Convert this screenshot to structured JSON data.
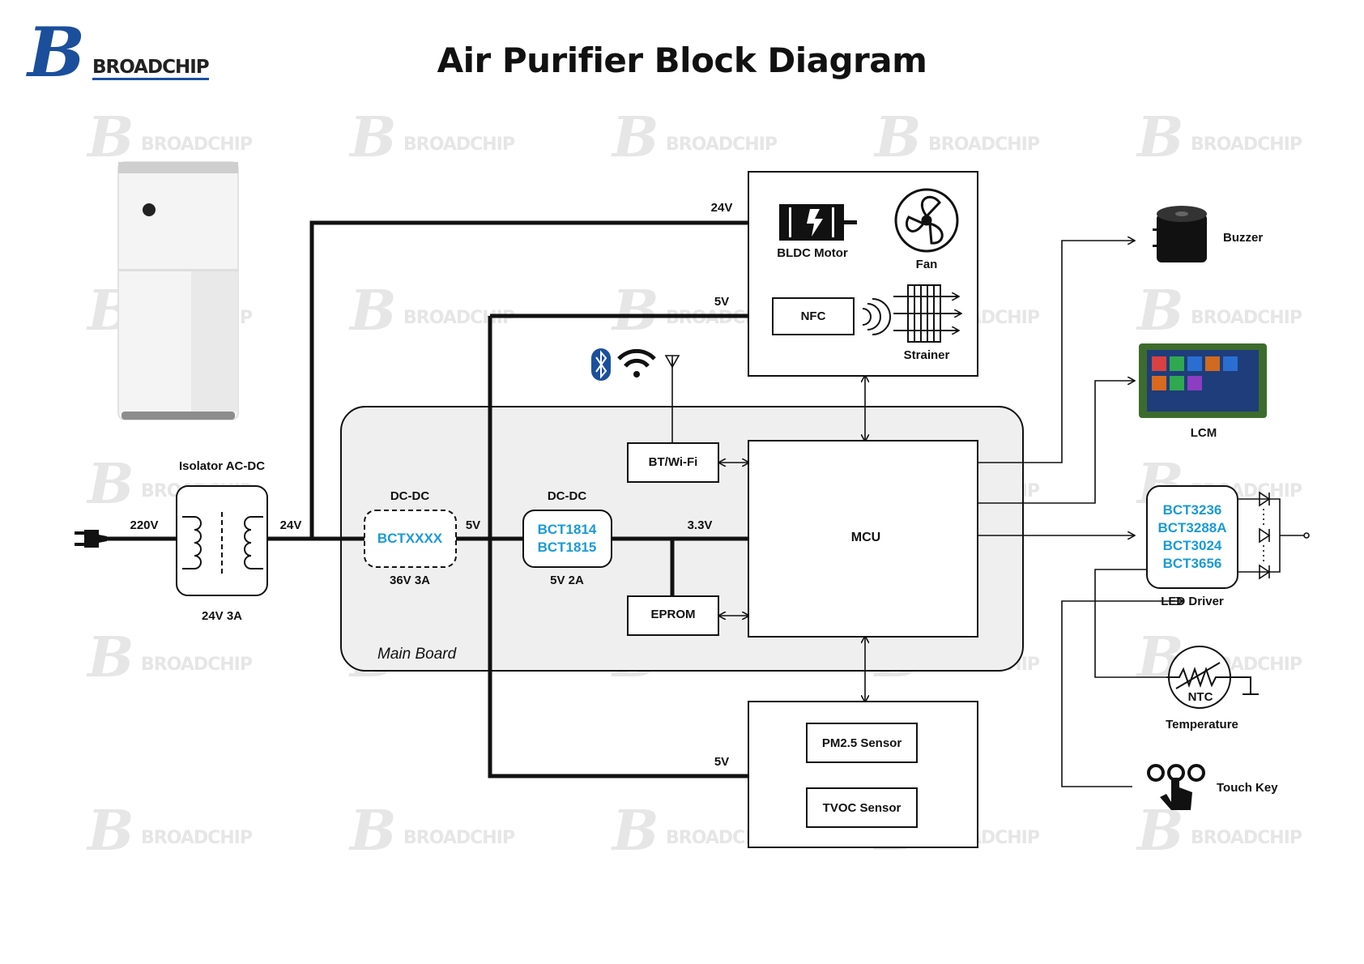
{
  "title": "Air Purifier Block Diagram",
  "brand": {
    "logo_text": "BROADCHIP",
    "logo_letter": "B",
    "watermark_text": "BROADCHIP",
    "accent": "#1b4f9c",
    "part_color": "#1a9ad6"
  },
  "power": {
    "ac_input": "220V",
    "isolator_title": "Isolator AC-DC",
    "isolator_rating": "24V  3A",
    "out_24v": "24V",
    "dcdc1_title": "DC-DC",
    "dcdc1_part": "BCTXXXX",
    "dcdc1_rating": "36V  3A",
    "rail_5v": "5V",
    "dcdc2_title": "DC-DC",
    "dcdc2_parts": [
      "BCT1814",
      "BCT1815"
    ],
    "dcdc2_rating": "5V  2A",
    "rail_3v3": "3.3V"
  },
  "main_board": {
    "label": "Main Board",
    "mcu": "MCU",
    "btwifi": "BT/Wi-Fi",
    "eprom": "EPROM"
  },
  "top_box": {
    "motor_voltage": "24V",
    "motor": "BLDC Motor",
    "fan": "Fan",
    "nfc_voltage": "5V",
    "nfc": "NFC",
    "strainer": "Strainer"
  },
  "sensor_box": {
    "voltage": "5V",
    "pm25": "PM2.5 Sensor",
    "tvoc": "TVOC Sensor"
  },
  "peripherals": {
    "buzzer": "Buzzer",
    "lcm": "LCM",
    "led_driver_parts": [
      "BCT3236",
      "BCT3288A",
      "BCT3024",
      "BCT3656"
    ],
    "led_driver": "LED Driver",
    "ntc": "NTC",
    "temperature": "Temperature",
    "touch_key": "Touch Key"
  },
  "icons": [
    "broadchip-logo",
    "air-purifier-image",
    "plug-icon",
    "transformer-icon",
    "bluetooth-icon",
    "wifi-icon",
    "antenna-icon",
    "bldc-motor-icon",
    "fan-icon",
    "nfc-waves-icon",
    "strainer-icon",
    "buzzer-icon",
    "lcm-display-icon",
    "led-diode-icon",
    "ntc-thermistor-icon",
    "touch-key-icon"
  ]
}
